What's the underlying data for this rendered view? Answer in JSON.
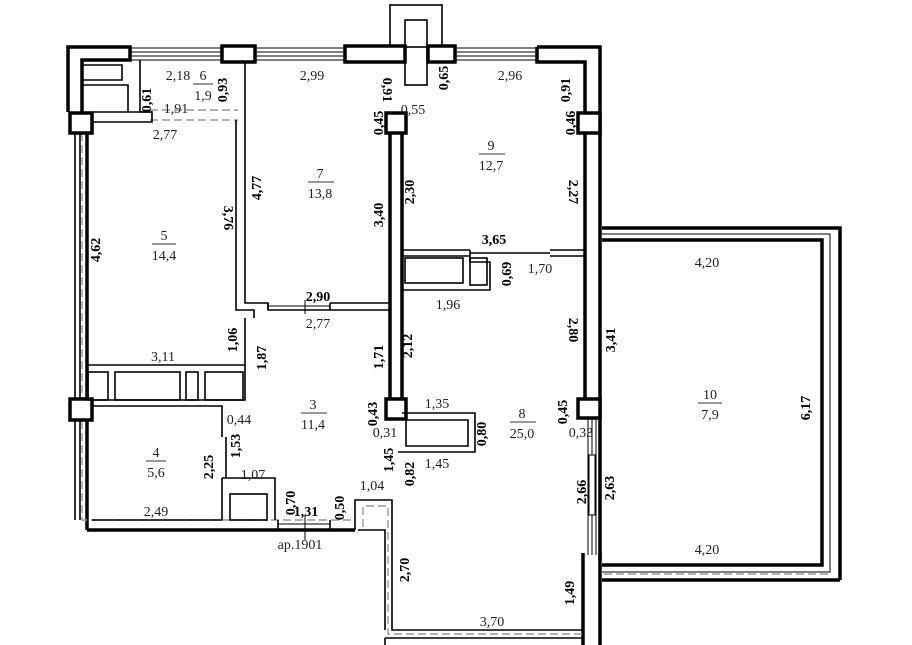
{
  "plan": {
    "apartment_label": "ap.1901",
    "rooms": [
      {
        "number": "6",
        "area": "1,9"
      },
      {
        "number": "5",
        "area": "14,4"
      },
      {
        "number": "7",
        "area": "13,8"
      },
      {
        "number": "9",
        "area": "12,7"
      },
      {
        "number": "3",
        "area": "11,4"
      },
      {
        "number": "4",
        "area": "5,6"
      },
      {
        "number": "8",
        "area": "25,0"
      },
      {
        "number": "10",
        "area": "7,9"
      }
    ],
    "dimensions": [
      "2,18",
      "2,99",
      "2,96",
      "1,91",
      "2,77",
      "0,55",
      "3,65",
      "1,70",
      "1,96",
      "2,90",
      "2,77",
      "3,11",
      "1,35",
      "0,31",
      "1,45",
      "1,07",
      "1,04",
      "2,49",
      "1,31",
      "4,20",
      "4,20",
      "3,70",
      "0,44",
      "0,33",
      "0,61",
      "0,93",
      "0,91",
      "0,65",
      "0,45",
      "0,91",
      "0,46",
      "4,62",
      "3,76",
      "4,77",
      "3,40",
      "2,30",
      "2,27",
      "0,69",
      "2,80",
      "3,41",
      "6,17",
      "2,12",
      "1,71",
      "1,06",
      "1,87",
      "0,43",
      "0,80",
      "1,45",
      "0,82",
      "0,45",
      "1,53",
      "2,25",
      "2,66",
      "2,63",
      "0,70",
      "0,50",
      "2,70",
      "1,49"
    ]
  }
}
